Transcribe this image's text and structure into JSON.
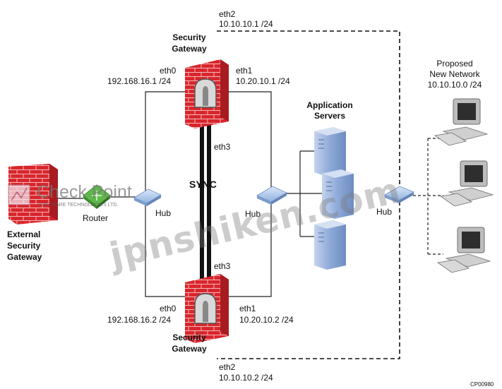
{
  "gateway_top": {
    "title_line1": "Security",
    "title_line2": "Gateway",
    "eth0_name": "eth0",
    "eth0_ip": "192.168.16.1 /24",
    "eth1_name": "eth1",
    "eth1_ip": "10.20.10.1 /24",
    "eth2_name": "eth2",
    "eth2_ip": "10.10.10.1 /24",
    "eth3_name": "eth3"
  },
  "gateway_bottom": {
    "title_line1": "Security",
    "title_line2": "Gateway",
    "eth0_name": "eth0",
    "eth0_ip": "192.168.16.2 /24",
    "eth1_name": "eth1",
    "eth1_ip": "10.20.10.2 /24",
    "eth2_name": "eth2",
    "eth2_ip": "10.10.10.2 /24",
    "eth3_name": "eth3"
  },
  "sync_label": "SYNC",
  "external_gateway": {
    "line1": "External",
    "line2": "Security",
    "line3": "Gateway"
  },
  "router_label": "Router",
  "hub_left_label": "Hub",
  "hub_mid_label": "Hub",
  "hub_right_label": "Hub",
  "app_servers": {
    "line1": "Application",
    "line2": "Servers"
  },
  "proposed": {
    "line1": "Proposed",
    "line2": "New Network",
    "line3": "10.10.10.0 /24"
  },
  "figure_code": "CP00980",
  "watermark": {
    "logo_text": "Check Point",
    "logo_sub": "SOFTWARE TECHNOLOGIES LTD.",
    "site": "jpnshiken.com"
  },
  "colors": {
    "firewall_red": "#d8262c",
    "brick_line": "#f3b7b9",
    "hub_blue": "#a9c6ea",
    "router_green": "#5fb94a",
    "server_blue": "#8da9d8",
    "monitor_gray": "#9a9a9a"
  }
}
